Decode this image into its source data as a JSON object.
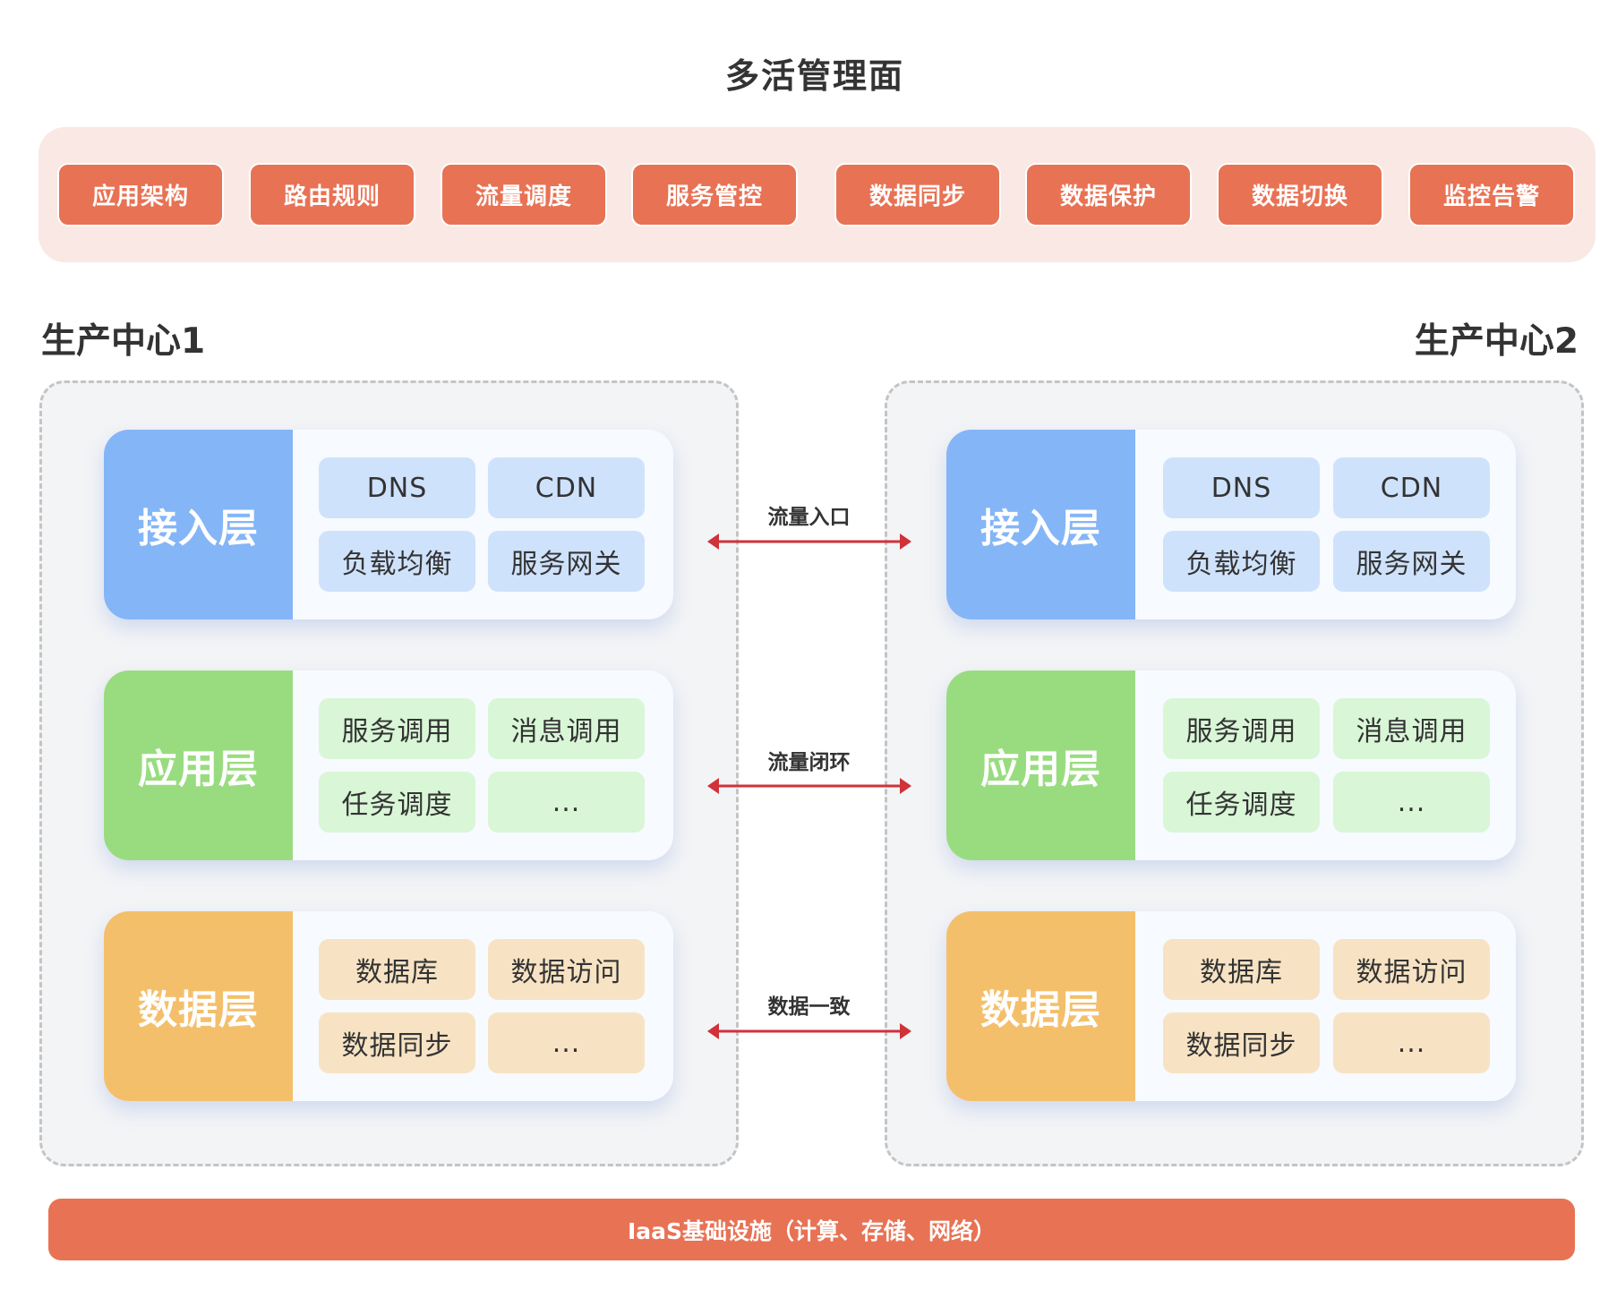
{
  "title": "多活管理面",
  "management": {
    "items": [
      "应用架构",
      "路由规则",
      "流量调度",
      "服务管控",
      "数据同步",
      "数据保护",
      "数据切换",
      "监控告警"
    ]
  },
  "centers": [
    {
      "name": "生产中心1",
      "layers": [
        {
          "label": "接入层",
          "chips": [
            "DNS",
            "CDN",
            "负载均衡",
            "服务网关"
          ]
        },
        {
          "label": "应用层",
          "chips": [
            "服务调用",
            "消息调用",
            "任务调度",
            "..."
          ]
        },
        {
          "label": "数据层",
          "chips": [
            "数据库",
            "数据访问",
            "数据同步",
            "..."
          ]
        }
      ]
    },
    {
      "name": "生产中心2",
      "layers": [
        {
          "label": "接入层",
          "chips": [
            "DNS",
            "CDN",
            "负载均衡",
            "服务网关"
          ]
        },
        {
          "label": "应用层",
          "chips": [
            "服务调用",
            "消息调用",
            "任务调度",
            "..."
          ]
        },
        {
          "label": "数据层",
          "chips": [
            "数据库",
            "数据访问",
            "数据同步",
            "..."
          ]
        }
      ]
    }
  ],
  "links": [
    "流量入口",
    "流量闭环",
    "数据一致"
  ],
  "infrastructure": "IaaS基础设施（计算、存储、网络）",
  "colors": {
    "accent": "#E87254",
    "band": "#F9E8E3",
    "arrow": "#D0323A",
    "access_label": "#84B5F7",
    "access_chip": "#CFE2FC",
    "app_label": "#99DC80",
    "app_chip": "#D9F6D7",
    "data_label": "#F4BF6B",
    "data_chip": "#F7E3C4"
  }
}
